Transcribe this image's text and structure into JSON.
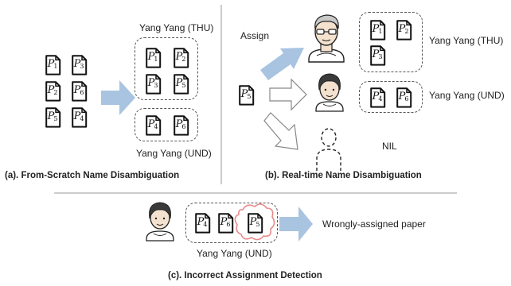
{
  "panel_a": {
    "caption": "(a). From-Scratch Name Disambiguation",
    "top_label": "Yang Yang (THU)",
    "bottom_label": "Yang Yang (UND)",
    "input_papers": [
      "P1",
      "P3",
      "P2",
      "P6",
      "P5",
      "P4"
    ],
    "thu_papers": [
      "P1",
      "P2",
      "P3",
      "P5"
    ],
    "und_papers": [
      "P4",
      "P6"
    ]
  },
  "panel_b": {
    "caption": "(b). Real-time Name Disambiguation",
    "assign_label": "Assign",
    "new_paper": "P5",
    "thu_label": "Yang Yang (THU)",
    "und_label": "Yang Yang (UND)",
    "nil_label": "NIL",
    "thu_papers": [
      "P1",
      "P2",
      "P3"
    ],
    "und_papers": [
      "P4",
      "P6"
    ]
  },
  "panel_c": {
    "caption": "(c). Incorrect Assignment Detection",
    "author_label": "Yang Yang (UND)",
    "papers": [
      "P4",
      "P6",
      "P5"
    ],
    "result_label": "Wrongly-assigned paper"
  },
  "colors": {
    "arrow_blue": "#a8c4e0",
    "cloud_red": "#e88a8a",
    "dash": "#555555"
  }
}
